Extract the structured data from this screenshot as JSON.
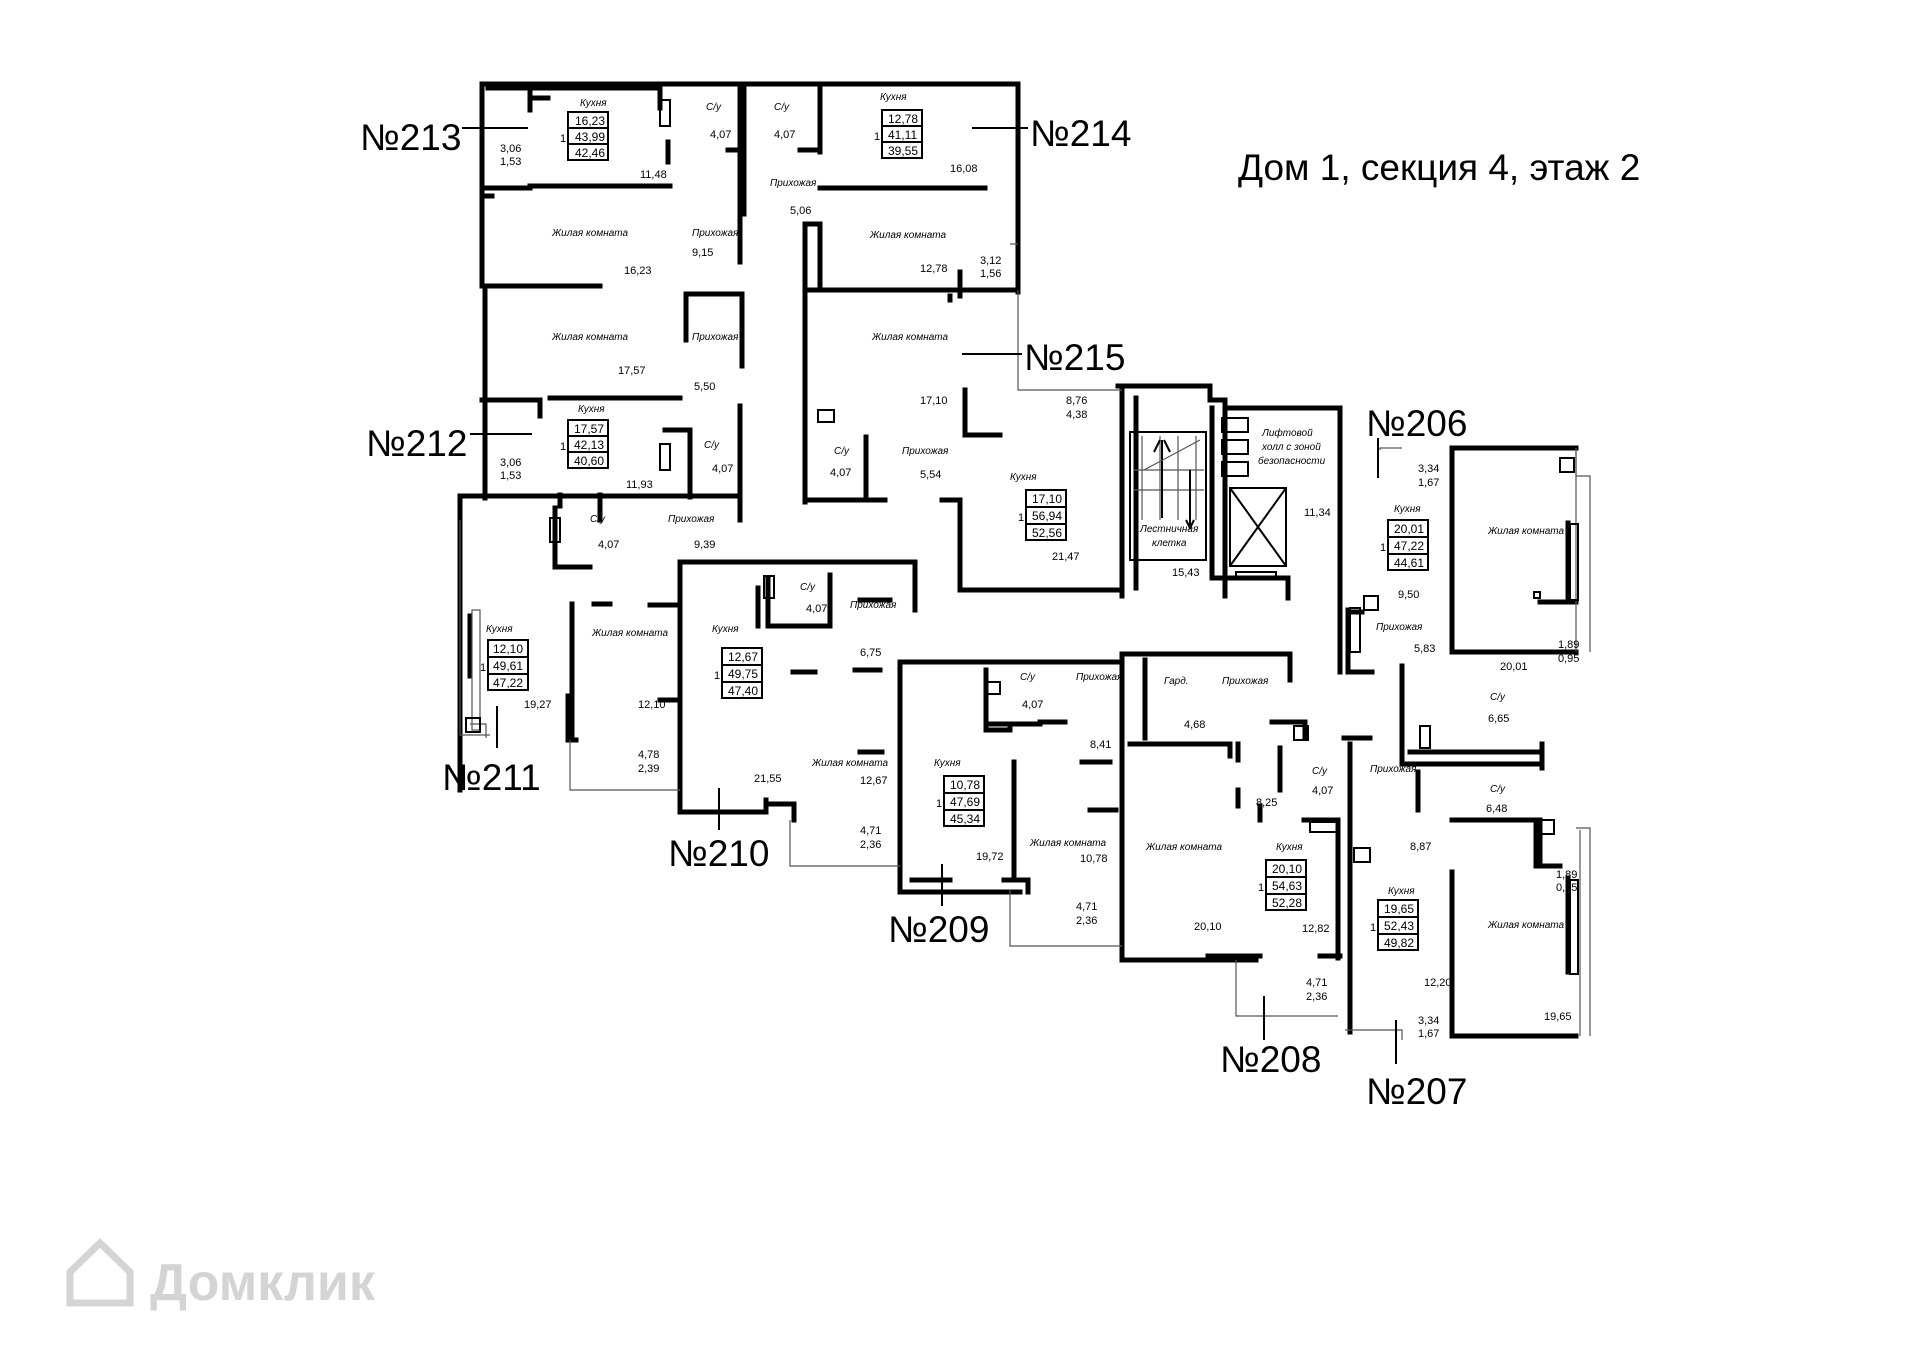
{
  "title": "Дом 1, секция 4, этаж 2",
  "watermark": "Домклик",
  "labels": {
    "kitchen": "Кухня",
    "bath": "С/у",
    "hall": "Прихожая",
    "living": "Жилая комната",
    "stair_1": "Лестничная",
    "stair_2": "клетка",
    "lift_1": "Лифтовой",
    "lift_2": "холл с зоной",
    "lift_3": "безопасности",
    "gard": "Гард."
  },
  "common": {
    "stair_area": "15,43",
    "lift_area": "11,34"
  },
  "apartments": [
    {
      "id": "213",
      "label": "№213",
      "rooms": "1",
      "box": [
        "16,23",
        "43,99",
        "42,46"
      ],
      "areas": {
        "kitchen": "11,48",
        "living": "16,23",
        "hall": "9,15",
        "bath": "4,07",
        "balcony": "3,06",
        "balcony_k": "1,53"
      }
    },
    {
      "id": "214",
      "label": "№214",
      "rooms": "1",
      "box": [
        "12,78",
        "41,11",
        "39,55"
      ],
      "areas": {
        "kitchen": "16,08",
        "living": "12,78",
        "hall": "5,06",
        "bath": "4,07",
        "balcony": "3,12",
        "balcony_k": "1,56"
      }
    },
    {
      "id": "212",
      "label": "№212",
      "rooms": "1",
      "box": [
        "17,57",
        "42,13",
        "40,60"
      ],
      "areas": {
        "kitchen": "11,93",
        "living": "17,57",
        "hall": "5,50",
        "bath": "4,07",
        "balcony": "3,06",
        "balcony_k": "1,53"
      }
    },
    {
      "id": "215",
      "label": "№215",
      "rooms": "1",
      "box": [
        "17,10",
        "56,94",
        "52,56"
      ],
      "areas": {
        "kitchen": "21,47",
        "living": "17,10",
        "hall": "5,54",
        "bath": "4,07",
        "balcony": "8,76",
        "balcony_k": "4,38"
      }
    },
    {
      "id": "211",
      "label": "№211",
      "rooms": "1",
      "box": [
        "12,10",
        "49,61",
        "47,22"
      ],
      "areas": {
        "kitchen": "19,27",
        "living": "12,10",
        "hall": "9,39",
        "bath": "4,07",
        "balcony": "4,78",
        "balcony_k": "2,39"
      }
    },
    {
      "id": "210",
      "label": "№210",
      "rooms": "1",
      "box": [
        "12,67",
        "49,75",
        "47,40"
      ],
      "areas": {
        "kitchen": "21,55",
        "living": "12,67",
        "hall": "6,75",
        "bath": "4,07",
        "balcony": "4,71",
        "balcony_k": "2,36"
      }
    },
    {
      "id": "209",
      "label": "№209",
      "rooms": "1",
      "box": [
        "10,78",
        "47,69",
        "45,34"
      ],
      "areas": {
        "kitchen": "19,72",
        "living": "10,78",
        "hall": "8,41",
        "bath": "4,07",
        "balcony": "4,71",
        "balcony_k": "2,36"
      }
    },
    {
      "id": "208",
      "label": "№208",
      "rooms": "1",
      "box": [
        "20,10",
        "54,63",
        "52,28"
      ],
      "areas": {
        "kitchen": "12,82",
        "living": "20,10",
        "hall": "8,25",
        "bath": "4,07",
        "gard": "4,68",
        "balcony": "4,71",
        "balcony_k": "2,36"
      }
    },
    {
      "id": "207",
      "label": "№207",
      "rooms": "1",
      "box": [
        "19,65",
        "52,43",
        "49,82"
      ],
      "areas": {
        "kitchen": "12,20",
        "living": "19,65",
        "hall": "8,87",
        "bath": "6,48",
        "balcony": "1,89",
        "balcony_k": "0,95",
        "balcony2": "3,34",
        "balcony2_k": "1,67"
      }
    },
    {
      "id": "206",
      "label": "№206",
      "rooms": "1",
      "box": [
        "20,01",
        "47,22",
        "44,61"
      ],
      "areas": {
        "kitchen": "9,50",
        "living": "20,01",
        "hall": "5,83",
        "bath": "6,65",
        "balcony": "1,89",
        "balcony_k": "0,95",
        "balcony2": "3,34",
        "balcony2_k": "1,67"
      }
    }
  ]
}
